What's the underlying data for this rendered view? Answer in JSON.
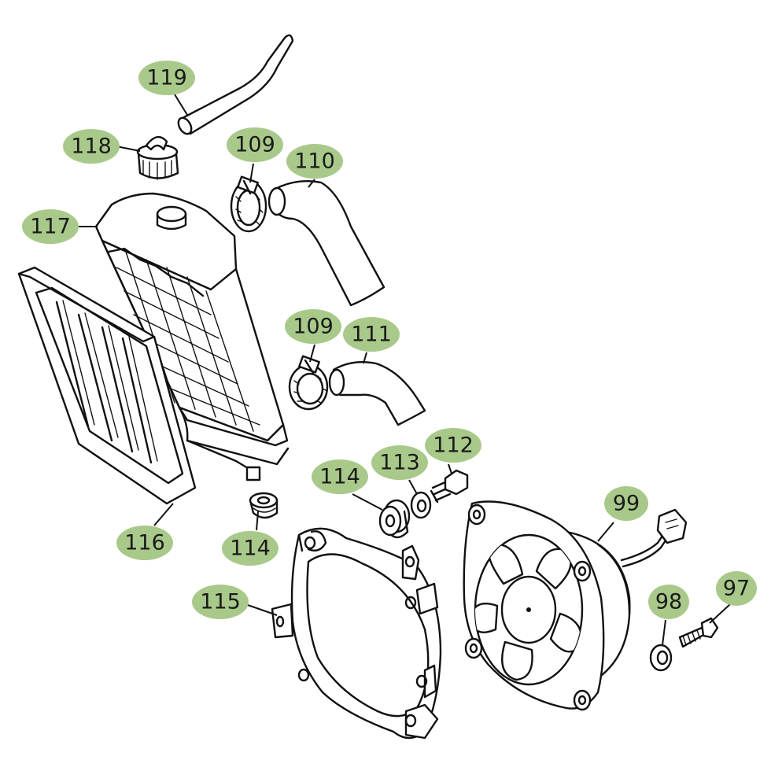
{
  "diagram": {
    "callout_color": "#a9c98a",
    "callouts": [
      {
        "id": "c119",
        "label": "119",
        "part": "overflow-hose"
      },
      {
        "id": "c118",
        "label": "118",
        "part": "radiator-cap"
      },
      {
        "id": "c109a",
        "label": "109",
        "part": "hose-clamp-upper"
      },
      {
        "id": "c110",
        "label": "110",
        "part": "upper-hose"
      },
      {
        "id": "c117",
        "label": "117",
        "part": "radiator"
      },
      {
        "id": "c109b",
        "label": "109",
        "part": "hose-clamp-lower"
      },
      {
        "id": "c111",
        "label": "111",
        "part": "lower-hose"
      },
      {
        "id": "c112",
        "label": "112",
        "part": "bolt"
      },
      {
        "id": "c113",
        "label": "113",
        "part": "washer"
      },
      {
        "id": "c114a",
        "label": "114",
        "part": "rubber-grommet-right"
      },
      {
        "id": "c99",
        "label": "99",
        "part": "cooling-fan"
      },
      {
        "id": "c114b",
        "label": "114",
        "part": "rubber-grommet-left"
      },
      {
        "id": "c116",
        "label": "116",
        "part": "radiator-grille"
      },
      {
        "id": "c115",
        "label": "115",
        "part": "fan-shroud"
      },
      {
        "id": "c98",
        "label": "98",
        "part": "fan-washer"
      },
      {
        "id": "c97",
        "label": "97",
        "part": "fan-screw"
      }
    ]
  }
}
